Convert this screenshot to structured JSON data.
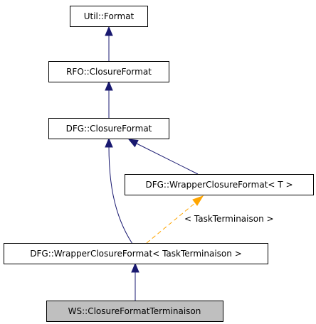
{
  "colors": {
    "inheritance": "#191970",
    "template": "#ffa500",
    "highlight_fill": "#bfbfbf",
    "box_fill": "#ffffff",
    "box_stroke": "#000000"
  },
  "nodes": {
    "util_format": {
      "label": "Util::Format"
    },
    "rfo_closure_format": {
      "label": "RFO::ClosureFormat"
    },
    "dfg_closure_format": {
      "label": "DFG::ClosureFormat"
    },
    "dfg_wrapper_template": {
      "label": "DFG::WrapperClosureFormat< T >"
    },
    "dfg_wrapper_task": {
      "label": "DFG::WrapperClosureFormat< TaskTerminaison >"
    },
    "ws_closure_format_terminaison": {
      "label": "WS::ClosureFormatTerminaison"
    }
  },
  "edges": {
    "template_instantiation": {
      "label": "< TaskTerminaison >"
    }
  }
}
